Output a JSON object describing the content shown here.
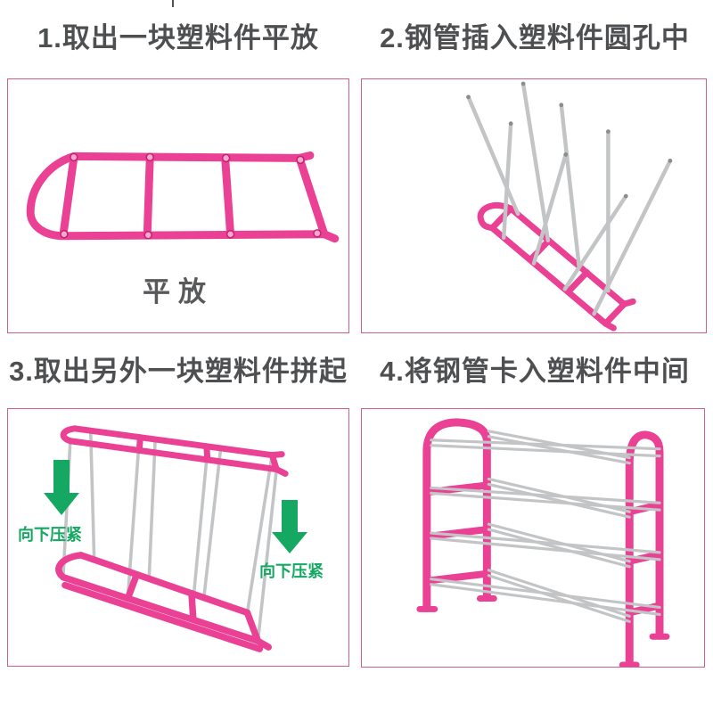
{
  "steps": [
    {
      "title": "1.取出一块塑料件平放",
      "caption": "平放",
      "illustration": "pink-plastic-frame-laid-flat"
    },
    {
      "title": "2.钢管插入塑料件圆孔中",
      "illustration": "steel-tubes-inserted-into-frame-holes"
    },
    {
      "title": "3.取出另外一块塑料件拼起",
      "annotations": {
        "left": "向下压紧",
        "right": "向下压紧"
      },
      "illustration": "second-frame-pressed-onto-tubes"
    },
    {
      "title": "4.将钢管卡入塑料件中间",
      "illustration": "finished-four-tier-shoe-rack"
    }
  ],
  "colors": {
    "panel_border": "#d25f82",
    "title_text": "#4e4f51",
    "caption_text": "#58595b",
    "plastic_pink": "#ea4194",
    "plastic_pink_dark": "#c32071",
    "steel_gray": "#c2c4c6",
    "steel_dark": "#8a8c8e",
    "arrow_green": "#15a862"
  }
}
